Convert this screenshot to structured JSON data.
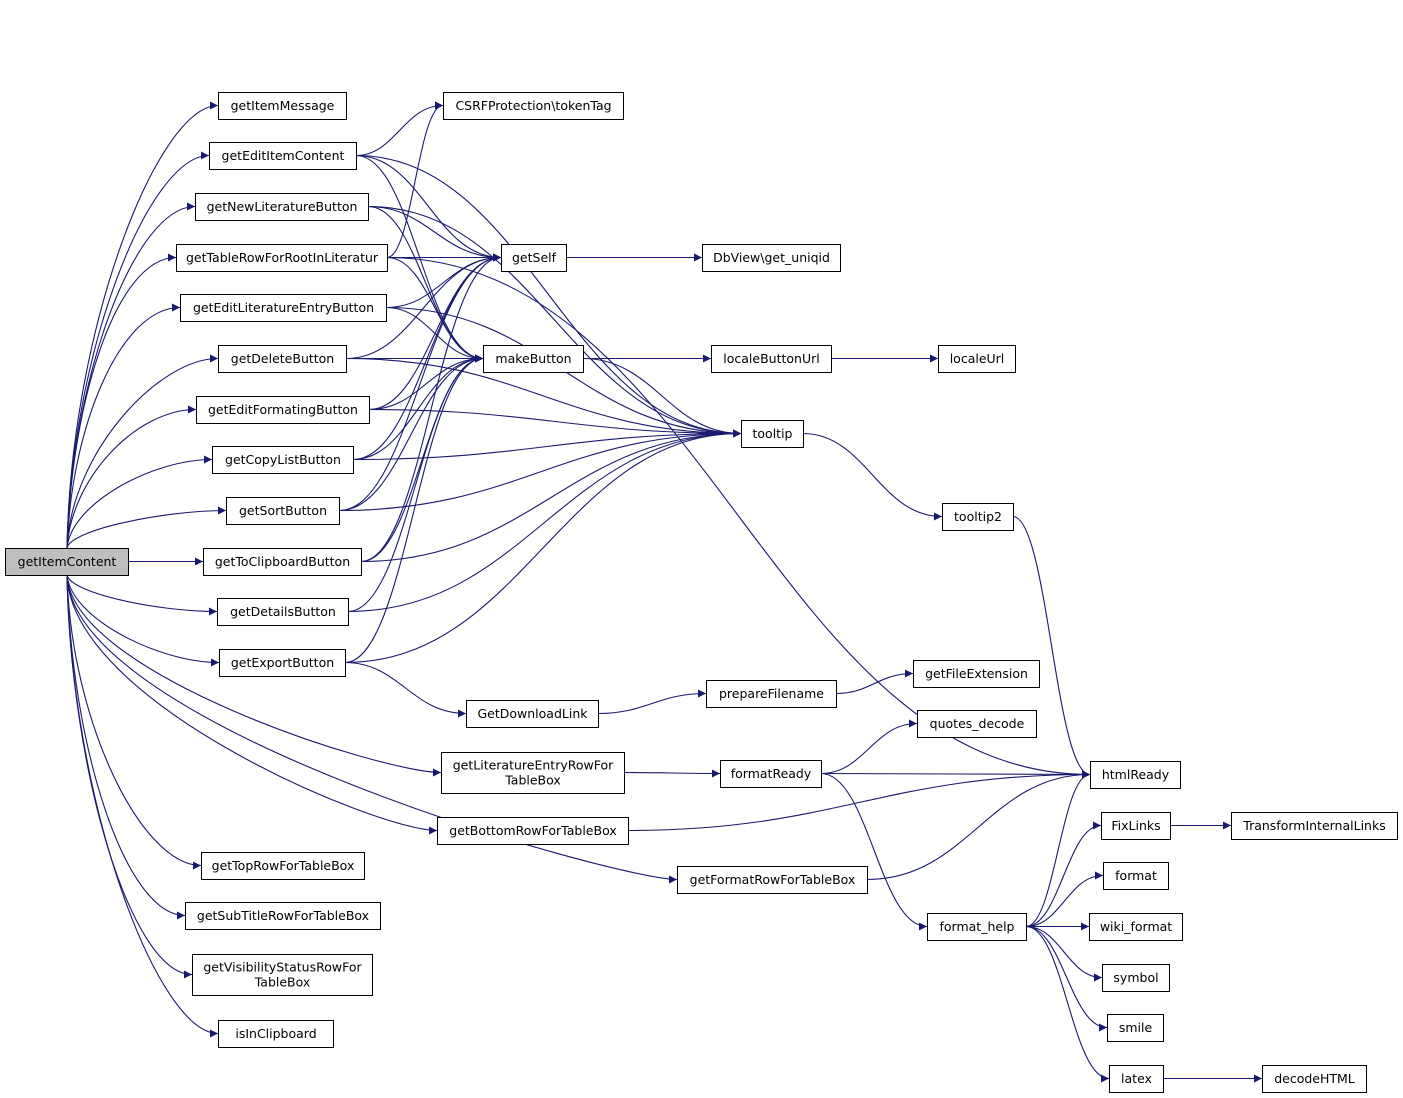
{
  "graph": {
    "type": "call-graph",
    "edge_color": "#191970",
    "root_fill": "#bfbfbf",
    "nodes": [
      {
        "id": "getItemContent",
        "lines": [
          "getItemContent"
        ],
        "root": true
      },
      {
        "id": "getItemMessage",
        "lines": [
          "getItemMessage"
        ]
      },
      {
        "id": "getEditItemContent",
        "lines": [
          "getEditItemContent"
        ]
      },
      {
        "id": "getNewLiteratureButton",
        "lines": [
          "getNewLiteratureButton"
        ]
      },
      {
        "id": "getTableRowForRootInLiteratur",
        "lines": [
          "getTableRowForRootInLiteratur"
        ]
      },
      {
        "id": "getEditLiteratureEntryButton",
        "lines": [
          "getEditLiteratureEntryButton"
        ]
      },
      {
        "id": "getDeleteButton",
        "lines": [
          "getDeleteButton"
        ]
      },
      {
        "id": "getEditFormatingButton",
        "lines": [
          "getEditFormatingButton"
        ]
      },
      {
        "id": "getCopyListButton",
        "lines": [
          "getCopyListButton"
        ]
      },
      {
        "id": "getSortButton",
        "lines": [
          "getSortButton"
        ]
      },
      {
        "id": "getToClipboardButton",
        "lines": [
          "getToClipboardButton"
        ]
      },
      {
        "id": "getDetailsButton",
        "lines": [
          "getDetailsButton"
        ]
      },
      {
        "id": "getExportButton",
        "lines": [
          "getExportButton"
        ]
      },
      {
        "id": "getTopRowForTableBox",
        "lines": [
          "getTopRowForTableBox"
        ]
      },
      {
        "id": "getSubTitleRowForTableBox",
        "lines": [
          "getSubTitleRowForTableBox"
        ]
      },
      {
        "id": "getVisibilityStatusRowForTableBox",
        "lines": [
          "getVisibilityStatusRowFor",
          "TableBox"
        ]
      },
      {
        "id": "isInClipboard",
        "lines": [
          "isInClipboard"
        ]
      },
      {
        "id": "CSRFProtection_tokenTag",
        "lines": [
          "CSRFProtection\\tokenTag"
        ]
      },
      {
        "id": "getSelf",
        "lines": [
          "getSelf"
        ]
      },
      {
        "id": "makeButton",
        "lines": [
          "makeButton"
        ]
      },
      {
        "id": "GetDownloadLink",
        "lines": [
          "GetDownloadLink"
        ]
      },
      {
        "id": "getLiteratureEntryRowForTableBox",
        "lines": [
          "getLiteratureEntryRowFor",
          "TableBox"
        ]
      },
      {
        "id": "getBottomRowForTableBox",
        "lines": [
          "getBottomRowForTableBox"
        ]
      },
      {
        "id": "getFormatRowForTableBox",
        "lines": [
          "getFormatRowForTableBox"
        ]
      },
      {
        "id": "DbView_get_uniqid",
        "lines": [
          "DbView\\get_uniqid"
        ]
      },
      {
        "id": "localeButtonUrl",
        "lines": [
          "localeButtonUrl"
        ]
      },
      {
        "id": "tooltip",
        "lines": [
          "tooltip"
        ]
      },
      {
        "id": "prepareFilename",
        "lines": [
          "prepareFilename"
        ]
      },
      {
        "id": "formatReady",
        "lines": [
          "formatReady"
        ]
      },
      {
        "id": "localeUrl",
        "lines": [
          "localeUrl"
        ]
      },
      {
        "id": "tooltip2",
        "lines": [
          "tooltip2"
        ]
      },
      {
        "id": "getFileExtension",
        "lines": [
          "getFileExtension"
        ]
      },
      {
        "id": "quotes_decode",
        "lines": [
          "quotes_decode"
        ]
      },
      {
        "id": "format_help",
        "lines": [
          "format_help"
        ]
      },
      {
        "id": "htmlReady",
        "lines": [
          "htmlReady"
        ]
      },
      {
        "id": "FixLinks",
        "lines": [
          "FixLinks"
        ]
      },
      {
        "id": "format",
        "lines": [
          "format"
        ]
      },
      {
        "id": "wiki_format",
        "lines": [
          "wiki_format"
        ]
      },
      {
        "id": "symbol",
        "lines": [
          "symbol"
        ]
      },
      {
        "id": "smile",
        "lines": [
          "smile"
        ]
      },
      {
        "id": "latex",
        "lines": [
          "latex"
        ]
      },
      {
        "id": "TransformInternalLinks",
        "lines": [
          "TransformInternalLinks"
        ]
      },
      {
        "id": "decodeHTML",
        "lines": [
          "decodeHTML"
        ]
      }
    ],
    "edges": [
      [
        "getItemContent",
        "getItemMessage"
      ],
      [
        "getItemContent",
        "getEditItemContent"
      ],
      [
        "getItemContent",
        "getNewLiteratureButton"
      ],
      [
        "getItemContent",
        "getTableRowForRootInLiteratur"
      ],
      [
        "getItemContent",
        "getEditLiteratureEntryButton"
      ],
      [
        "getItemContent",
        "getDeleteButton"
      ],
      [
        "getItemContent",
        "getEditFormatingButton"
      ],
      [
        "getItemContent",
        "getCopyListButton"
      ],
      [
        "getItemContent",
        "getSortButton"
      ],
      [
        "getItemContent",
        "getToClipboardButton"
      ],
      [
        "getItemContent",
        "getDetailsButton"
      ],
      [
        "getItemContent",
        "getExportButton"
      ],
      [
        "getItemContent",
        "getLiteratureEntryRowForTableBox"
      ],
      [
        "getItemContent",
        "getBottomRowForTableBox"
      ],
      [
        "getItemContent",
        "getFormatRowForTableBox"
      ],
      [
        "getItemContent",
        "getTopRowForTableBox"
      ],
      [
        "getItemContent",
        "getSubTitleRowForTableBox"
      ],
      [
        "getItemContent",
        "getVisibilityStatusRowForTableBox"
      ],
      [
        "getItemContent",
        "isInClipboard"
      ],
      [
        "getEditItemContent",
        "CSRFProtection_tokenTag"
      ],
      [
        "getEditItemContent",
        "getSelf"
      ],
      [
        "getEditItemContent",
        "makeButton"
      ],
      [
        "getEditItemContent",
        "tooltip"
      ],
      [
        "getNewLiteratureButton",
        "getSelf"
      ],
      [
        "getNewLiteratureButton",
        "makeButton"
      ],
      [
        "getNewLiteratureButton",
        "tooltip"
      ],
      [
        "getTableRowForRootInLiteratur",
        "CSRFProtection_tokenTag"
      ],
      [
        "getTableRowForRootInLiteratur",
        "getSelf"
      ],
      [
        "getTableRowForRootInLiteratur",
        "makeButton"
      ],
      [
        "getTableRowForRootInLiteratur",
        "htmlReady"
      ],
      [
        "getEditLiteratureEntryButton",
        "getSelf"
      ],
      [
        "getEditLiteratureEntryButton",
        "makeButton"
      ],
      [
        "getEditLiteratureEntryButton",
        "tooltip"
      ],
      [
        "getDeleteButton",
        "getSelf"
      ],
      [
        "getDeleteButton",
        "makeButton"
      ],
      [
        "getDeleteButton",
        "tooltip"
      ],
      [
        "getEditFormatingButton",
        "getSelf"
      ],
      [
        "getEditFormatingButton",
        "makeButton"
      ],
      [
        "getEditFormatingButton",
        "tooltip"
      ],
      [
        "getCopyListButton",
        "getSelf"
      ],
      [
        "getCopyListButton",
        "makeButton"
      ],
      [
        "getCopyListButton",
        "tooltip"
      ],
      [
        "getSortButton",
        "getSelf"
      ],
      [
        "getSortButton",
        "makeButton"
      ],
      [
        "getSortButton",
        "tooltip"
      ],
      [
        "getToClipboardButton",
        "getSelf"
      ],
      [
        "getToClipboardButton",
        "makeButton"
      ],
      [
        "getToClipboardButton",
        "tooltip"
      ],
      [
        "getDetailsButton",
        "makeButton"
      ],
      [
        "getDetailsButton",
        "tooltip"
      ],
      [
        "getExportButton",
        "makeButton"
      ],
      [
        "getExportButton",
        "tooltip"
      ],
      [
        "getExportButton",
        "GetDownloadLink"
      ],
      [
        "getSelf",
        "DbView_get_uniqid"
      ],
      [
        "makeButton",
        "localeButtonUrl"
      ],
      [
        "makeButton",
        "tooltip"
      ],
      [
        "localeButtonUrl",
        "localeUrl"
      ],
      [
        "tooltip",
        "tooltip2"
      ],
      [
        "tooltip2",
        "htmlReady"
      ],
      [
        "GetDownloadLink",
        "prepareFilename"
      ],
      [
        "prepareFilename",
        "getFileExtension"
      ],
      [
        "getLiteratureEntryRowForTableBox",
        "formatReady"
      ],
      [
        "formatReady",
        "quotes_decode"
      ],
      [
        "formatReady",
        "htmlReady"
      ],
      [
        "formatReady",
        "format_help"
      ],
      [
        "getBottomRowForTableBox",
        "htmlReady"
      ],
      [
        "getFormatRowForTableBox",
        "htmlReady"
      ],
      [
        "format_help",
        "htmlReady"
      ],
      [
        "format_help",
        "FixLinks"
      ],
      [
        "format_help",
        "format"
      ],
      [
        "format_help",
        "wiki_format"
      ],
      [
        "format_help",
        "symbol"
      ],
      [
        "format_help",
        "smile"
      ],
      [
        "format_help",
        "latex"
      ],
      [
        "FixLinks",
        "TransformInternalLinks"
      ],
      [
        "latex",
        "decodeHTML"
      ]
    ]
  }
}
